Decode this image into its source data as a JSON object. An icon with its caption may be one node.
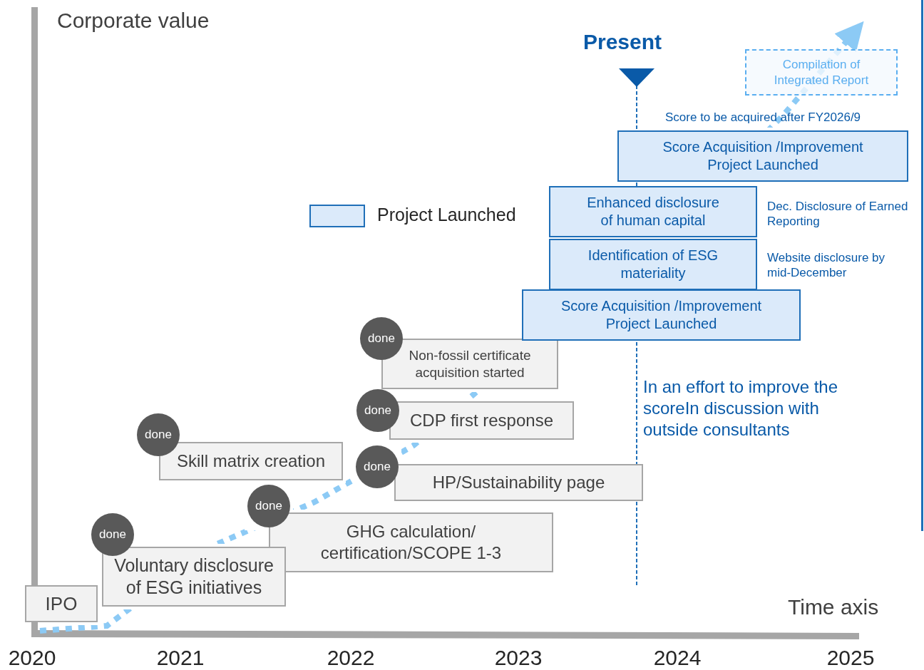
{
  "diagram": {
    "nodes": [
      {
        "text": [
          "IPO"
        ]
      },
      {
        "text": [
          "done"
        ]
      },
      {
        "text": [
          "Voluntary disclosure of ESG initiatives"
        ]
      },
      {
        "text": [
          "done"
        ]
      },
      {
        "text": [
          "Skill matrix creation"
        ]
      },
      {
        "text": [
          "done"
        ]
      },
      {
        "text": [
          "GHG calculation/ certification/SCOPE 1-3"
        ]
      },
      {
        "text": [
          "done"
        ]
      },
      {
        "text": [
          "HP/Sustainability page"
        ]
      },
      {
        "text": [
          "done"
        ]
      },
      {
        "text": [
          "CDP first response"
        ]
      },
      {
        "text": [
          "done"
        ]
      },
      {
        "text": [
          "Non-fossil certificate acquisition started"
        ]
      },
      {
        "text": [
          "Score Acquisition /Improvement Project Launched"
        ]
      },
      {
        "text": [
          "Identification of ESG materiality"
        ],
        "beside": [
          "Website disclosure by mid-December"
        ]
      },
      {
        "text": [
          "Enhanced disclosure of human capital"
        ],
        "beside": [
          "Dec. Disclosure of Earned Reporting"
        ]
      },
      {
        "text": [
          "Score Acquisition /Improvement Project Launched"
        ],
        "beside": [
          "Score to be acquired after FY2026/9"
        ]
      },
      {
        "text": [
          "Compilation of Integrated Report"
        ]
      }
    ],
    "labels": [
      "Corporate value",
      "Present",
      "In an effort to improve the scoreIn discussion with outside consultants",
      "Time axis",
      "2020",
      "2021",
      "2022",
      "2023",
      "2024",
      "2025"
    ],
    "legend": [
      {
        "text": "Project Launched",
        "color": "#dbeafa"
      }
    ]
  }
}
